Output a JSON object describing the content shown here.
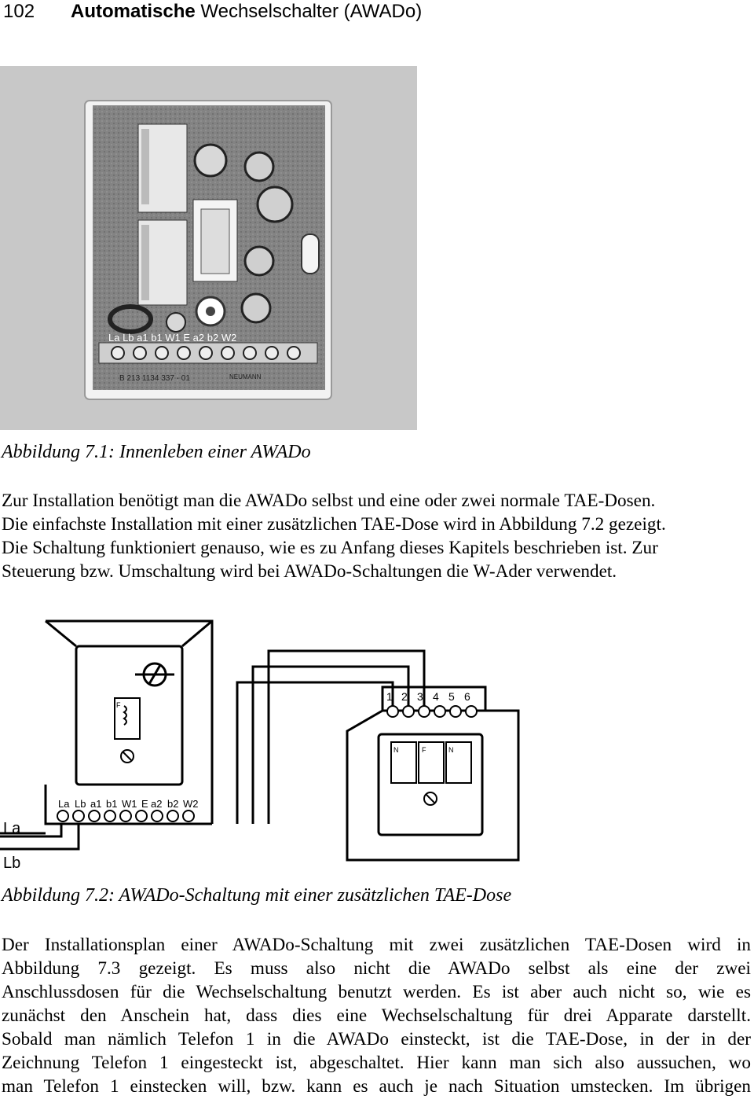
{
  "header": {
    "page_number": "102",
    "title_bold": "Automatische",
    "title_rest": "Wechselschalter (AWADo)"
  },
  "figure1": {
    "terminal_labels": "La Lb a1 b1 W1 E a2 b2 W2",
    "board_text_1": "B 213 1134 337 - 01",
    "board_text_2": "NEUMANN",
    "caption": "Abbildung 7.1: Innenleben einer AWADo"
  },
  "paragraph1": [
    "Zur Installation benötigt man die AWADo selbst und eine oder zwei normale TAE-Dosen.",
    "Die einfachste Installation mit einer zusätzlichen TAE-Dose wird in Abbildung 7.2 gezeigt.",
    "Die Schaltung funktioniert genauso, wie es zu Anfang dieses Kapitels beschrieben ist. Zur",
    "Steuerung bzw. Umschaltung wird bei AWADo-Schaltungen die W-Ader verwendet."
  ],
  "figure2": {
    "awado_terminals": [
      "La",
      "Lb",
      "a1",
      "b1",
      "W1",
      "E",
      "a2",
      "b2",
      "W2"
    ],
    "awado_socket_label": "F",
    "tae_terminals": [
      "1",
      "2",
      "3",
      "4",
      "5",
      "6"
    ],
    "tae_sockets": [
      "N",
      "F",
      "N"
    ],
    "line_label_a": "La",
    "line_label_b": "Lb",
    "caption": "Abbildung 7.2: AWADo-Schaltung mit einer zusätzlichen TAE-Dose"
  },
  "paragraph2": [
    "Der Installationsplan einer AWADo-Schaltung mit zwei zusätzlichen TAE-Dosen wird in",
    "Abbildung 7.3 gezeigt. Es muss also nicht die AWADo selbst als eine der zwei",
    "Anschlussdosen für die Wechselschaltung benutzt werden. Es ist aber auch nicht so, wie es",
    "zunächst den Anschein hat, dass dies eine Wechselschaltung für drei Apparate darstellt.",
    "Sobald man nämlich Telefon 1 in die AWADo einsteckt, ist die TAE-Dose, in der in der",
    "Zeichnung Telefon 1 eingesteckt ist, abgeschaltet. Hier kann man sich also aussuchen, wo",
    "man Telefon 1 einstecken will, bzw. kann es auch je nach Situation umstecken. Im übrigen"
  ]
}
